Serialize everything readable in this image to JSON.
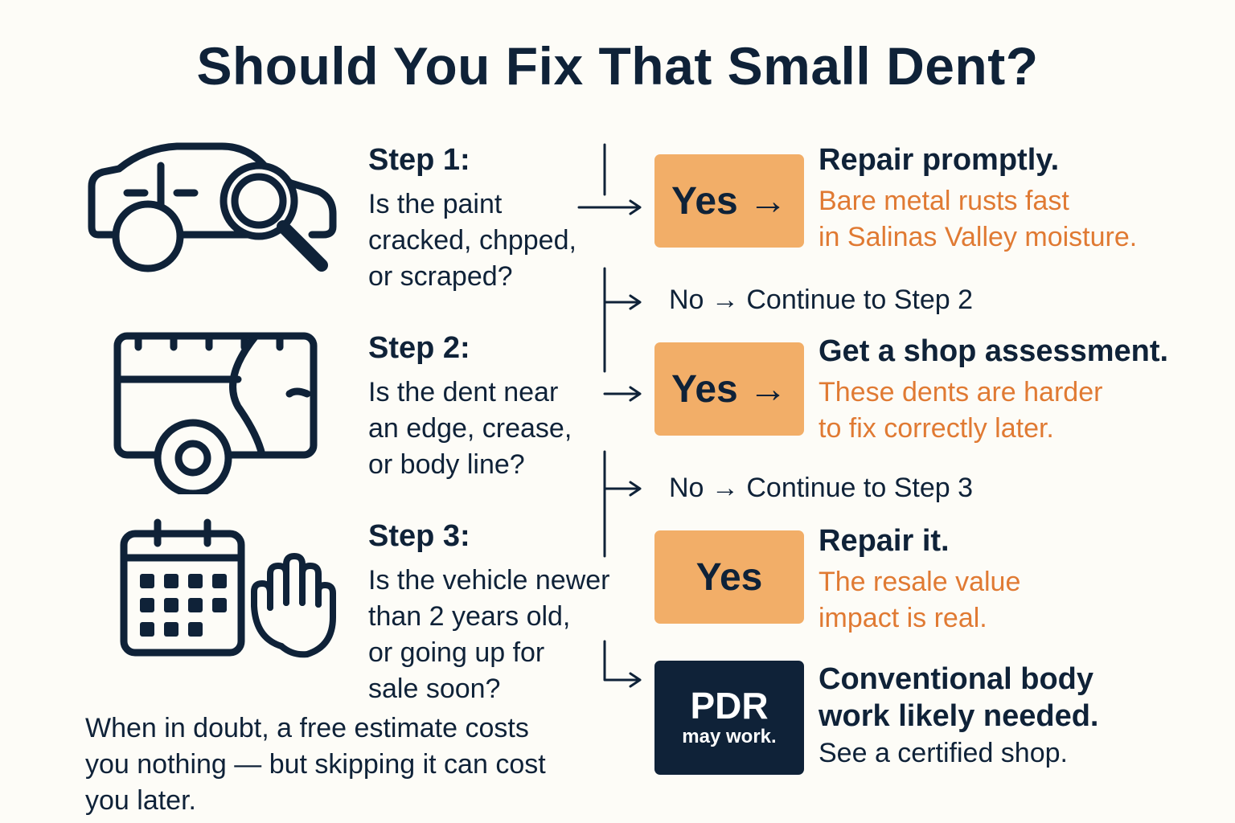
{
  "title": "Should You Fix That Small Dent?",
  "colors": {
    "navy": "#0f2238",
    "orange_box": "#f2ae68",
    "orange_text": "#e07a33",
    "background": "#fdfcf7"
  },
  "steps": [
    {
      "label": "Step 1:",
      "question": [
        "Is the paint",
        "cracked, chpped,",
        "or scraped?"
      ],
      "icon": "car-magnifier-icon",
      "yes_label": "Yes →",
      "result_head": "Repair promptly.",
      "result_note": [
        "Bare metal rusts fast",
        "in Salinas Valley moisture."
      ],
      "no_label": "No → Continue to Step 2"
    },
    {
      "label": "Step 2:",
      "question": [
        "Is the dent near",
        "an edge, crease,",
        "or body line?"
      ],
      "icon": "car-body-panel-icon",
      "yes_label": "Yes →",
      "result_head": "Get a shop assessment.",
      "result_note": [
        "These dents are harder",
        "to fix correctly later."
      ],
      "no_label": "No → Continue to Step 3"
    },
    {
      "label": "Step 3:",
      "question": [
        "Is the vehicle newer",
        "than 2 years old,",
        "or going up for",
        "sale soon?"
      ],
      "icon": "calendar-hand-icon",
      "yes_label": "Yes",
      "result_head": "Repair it.",
      "result_note": [
        "The resale value",
        "impact is real."
      ]
    }
  ],
  "pdr": {
    "big": "PDR",
    "small": "may work.",
    "result_head": [
      "Conventional body",
      "work likely needed."
    ],
    "result_note": "See a certified shop."
  },
  "footer": [
    "When in doubt, a free estimate costs",
    "you nothing — but skipping it can cost",
    "you later."
  ]
}
